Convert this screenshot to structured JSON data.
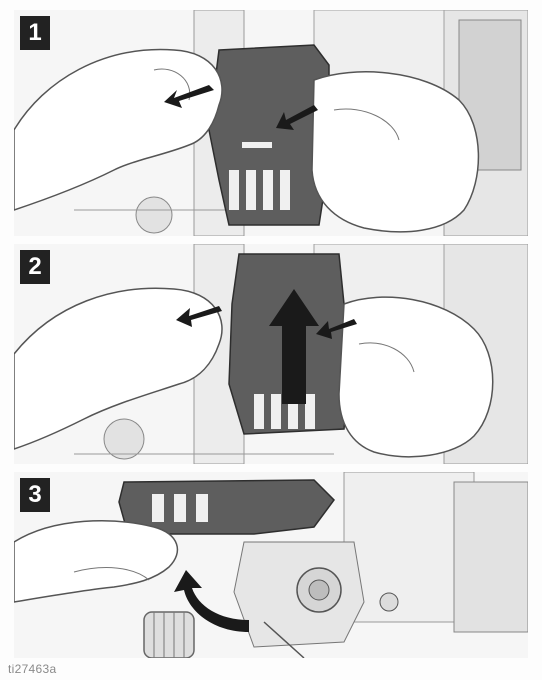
{
  "figure": {
    "id_label": "ti27463a"
  },
  "steps": [
    {
      "number": "1"
    },
    {
      "number": "2"
    },
    {
      "number": "3"
    }
  ],
  "colors": {
    "badge_bg": "#222222",
    "badge_text": "#ffffff",
    "arrow": "#1a1a1a",
    "part_gray": "#5e5e5e",
    "line": "#555555",
    "figure_id": "#8a8a8a"
  }
}
